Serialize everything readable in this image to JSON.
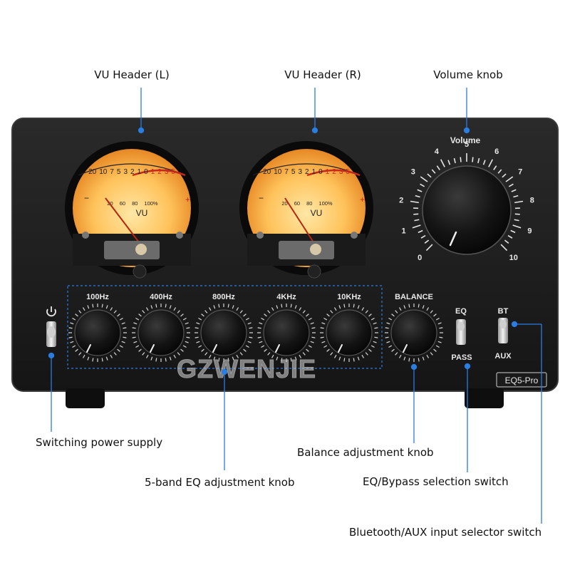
{
  "callouts": {
    "vu_left": "VU Header (L)",
    "vu_right": "VU Header (R)",
    "volume_knob": "Volume knob",
    "power_supply": "Switching power supply",
    "balance_knob": "Balance adjustment knob",
    "eq_knob": "5-band EQ adjustment knob",
    "eq_bypass_switch": "EQ/Bypass selection switch",
    "input_selector_switch": "Bluetooth/AUX input selector switch"
  },
  "vu_meter": {
    "scale_top": [
      "20",
      "10",
      "7",
      "5",
      "3",
      "2",
      "1",
      "0",
      "1",
      "2",
      "3",
      "5"
    ],
    "scale_bottom": [
      "20",
      "60",
      "80",
      "100%"
    ],
    "minus": "−",
    "plus": "+",
    "label": "VU"
  },
  "volume": {
    "label": "Volume",
    "ticks": [
      "0",
      "1",
      "2",
      "3",
      "4",
      "5",
      "6",
      "7",
      "8",
      "9",
      "10"
    ]
  },
  "eq_bands": [
    "100Hz",
    "400Hz",
    "800Hz",
    "4KHz",
    "10KHz"
  ],
  "balance_label": "BALANCE",
  "eq_switch": {
    "top": "EQ",
    "bottom": "PASS"
  },
  "input_switch": {
    "top": "BT",
    "bottom": "AUX"
  },
  "power_icon": "power-icon",
  "watermark": "GZWENJIE",
  "model_badge": "EQ5-Pro",
  "colors": {
    "accent": "#2a7de1",
    "chassis": "#1b1b1b",
    "vu_glow": "#ffb84a"
  }
}
